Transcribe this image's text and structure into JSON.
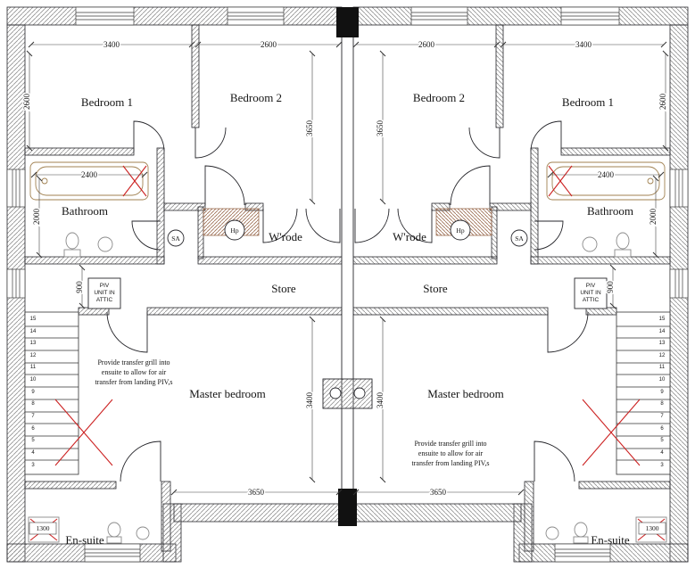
{
  "colors": {
    "line": "#1a1a1a",
    "hatch": "#909090",
    "red_mark": "#cc2222",
    "fixture": "#a08050",
    "wardrobe_hatch": "#9a6b4f"
  },
  "rooms": {
    "bedroom1": "Bedroom 1",
    "bedroom2": "Bedroom 2",
    "bathroom": "Bathroom",
    "wardrobe": "W'rode",
    "store": "Store",
    "master": "Master bedroom",
    "ensuite": "En-suite"
  },
  "dimensions": {
    "d3400": "3400",
    "d2600": "2600",
    "d3650": "3650",
    "d2400": "2400",
    "d2000": "2000",
    "d900": "900",
    "d1300": "1300"
  },
  "annotations": {
    "sa": "SA",
    "hp": "Hp",
    "piv_line1": "PIV",
    "piv_line2": "UNIT IN",
    "piv_line3": "ATTIC",
    "note_line1": "Provide transfer grill into",
    "note_line2": "ensuite to allow for air",
    "note_line3": "transfer from landing PIV,s"
  },
  "stairs": {
    "treads": [
      "15",
      "14",
      "13",
      "12",
      "11",
      "10",
      "9",
      "8",
      "7",
      "6",
      "5",
      "4",
      "3"
    ]
  }
}
